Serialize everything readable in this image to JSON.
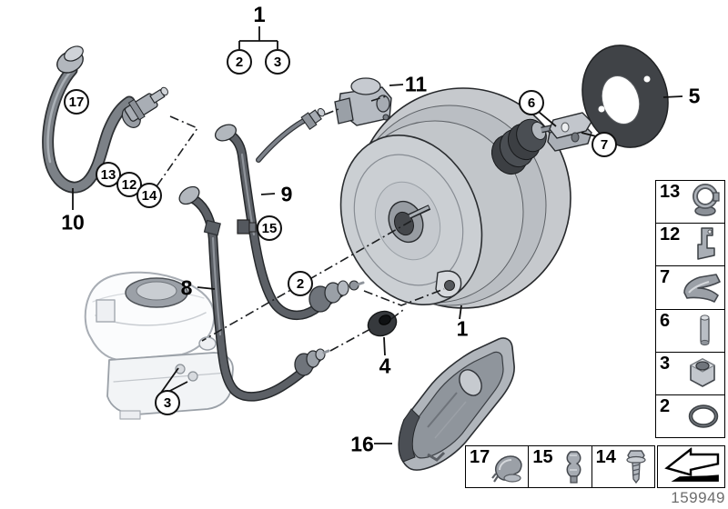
{
  "callouts": {
    "group_parent": {
      "text": "1"
    },
    "c2_top": {
      "text": "2"
    },
    "c3_top": {
      "text": "3"
    },
    "c17": {
      "text": "17"
    },
    "c13": {
      "text": "13"
    },
    "c12": {
      "text": "12"
    },
    "c14": {
      "text": "14"
    },
    "l10": {
      "text": "10"
    },
    "l9": {
      "text": "9"
    },
    "c15": {
      "text": "15"
    },
    "l8": {
      "text": "8"
    },
    "c2_mid": {
      "text": "2"
    },
    "c3_reservoir": {
      "text": "3"
    },
    "l11": {
      "text": "11"
    },
    "l1_booster": {
      "text": "1"
    },
    "l4": {
      "text": "4"
    },
    "l16": {
      "text": "16"
    },
    "c6": {
      "text": "6"
    },
    "c7": {
      "text": "7"
    },
    "l5": {
      "text": "5"
    }
  },
  "legend": {
    "right_column": [
      {
        "number": "13",
        "icon": "pipe-clamp-icon"
      },
      {
        "number": "12",
        "icon": "retaining-bracket-icon"
      },
      {
        "number": "7",
        "icon": "spring-clip-icon"
      },
      {
        "number": "6",
        "icon": "clevis-pin-icon"
      },
      {
        "number": "3",
        "icon": "hex-nut-icon"
      },
      {
        "number": "2",
        "icon": "o-ring-icon"
      }
    ],
    "bottom_row": [
      {
        "number": "17",
        "icon": "hose-clip-icon"
      },
      {
        "number": "15",
        "icon": "pipe-clip-icon"
      },
      {
        "number": "14",
        "icon": "self-tapping-screw-icon"
      }
    ],
    "arrow_icon": "direction-arrow-icon"
  },
  "footer": {
    "doc_number": "159949"
  },
  "colors": {
    "line": "#1a1a1a",
    "part_light": "#c9cdd2",
    "part_mid": "#9aa0a7",
    "part_dark": "#3f4246",
    "background": "#ffffff",
    "doc_number_gray": "#6d6d6d"
  }
}
